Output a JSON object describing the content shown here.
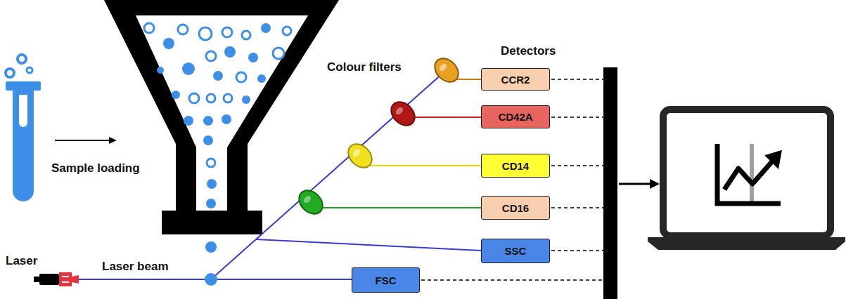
{
  "diagram": {
    "nodes": [
      {
        "text": [
          "CCR2"
        ]
      },
      {
        "text": [
          "CD42A"
        ]
      },
      {
        "text": [
          "CD14"
        ]
      },
      {
        "text": [
          "CD16"
        ]
      },
      {
        "text": [
          "SSC"
        ]
      },
      {
        "text": [
          "FSC"
        ]
      }
    ],
    "labels": [
      "Sample loading",
      "Laser",
      "Laser beam",
      "Colour filters",
      "Detectors"
    ]
  }
}
